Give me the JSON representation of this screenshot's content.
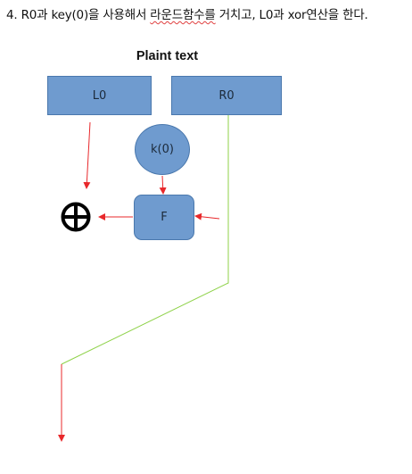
{
  "heading": {
    "part1": "4. R0과 key(0)을 사용해서 ",
    "part2": "라운드함수를",
    "part3": " 거치고, L0과 xor연산을 한다."
  },
  "diagram": {
    "title": "Plaint text",
    "left_block": "L0",
    "right_block": "R0",
    "key": "k(0)",
    "round_function": "F",
    "xor_symbol": "⊕"
  },
  "colors": {
    "block_fill": "#6f9bcf",
    "block_border": "#4a78ad",
    "arrow": "#e8282b",
    "route_line": "#8fd24a"
  }
}
